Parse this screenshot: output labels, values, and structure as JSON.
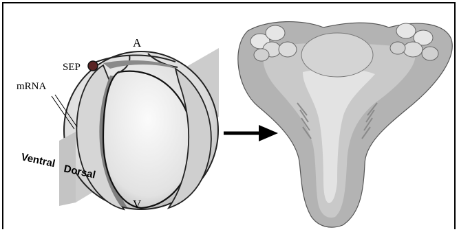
{
  "labels": {
    "animal_pole": "A",
    "vegetal_pole": "V",
    "sep": "SEP",
    "mrna": "mRNA",
    "ventral": "Ventral",
    "dorsal": "Dorsal"
  },
  "colors": {
    "frame": "#000000",
    "plane": "#c9c9c9",
    "embryo_light": "#e8e8e8",
    "embryo_mid": "#cfcfcf",
    "embryo_dark": "#8f8f8f",
    "larva_outer": "#b5b5b5",
    "larva_mid": "#cdcdcd",
    "larva_light": "#e6e6e6",
    "sep_dot": "#6b2a2a"
  },
  "arrow": {
    "icon": "right-arrow-icon"
  }
}
